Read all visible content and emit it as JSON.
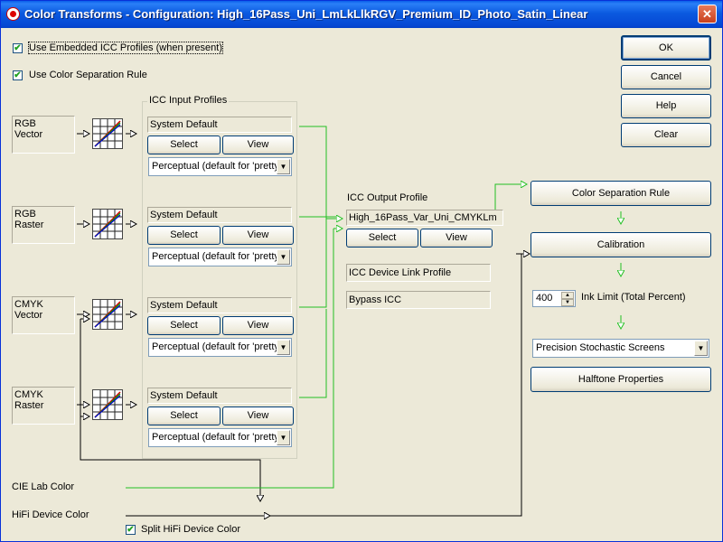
{
  "window": {
    "title": "Color Transforms - Configuration: High_16Pass_Uni_LmLkLlkRGV_Premium_ID_Photo_Satin_Linear",
    "close_glyph": "✕"
  },
  "options": {
    "use_embedded_icc": {
      "label": "Use Embedded ICC Profiles (when present)",
      "checked": true
    },
    "use_color_separation": {
      "label": "Use Color Separation Rule",
      "checked": true
    }
  },
  "dialog_buttons": {
    "ok": "OK",
    "cancel": "Cancel",
    "help": "Help",
    "clear": "Clear"
  },
  "input_profiles": {
    "group_title": "ICC Input Profiles",
    "rows": [
      {
        "source_label": "RGB\nVector",
        "profile": "System Default",
        "select": "Select",
        "view": "View",
        "intent": "Perceptual (default for 'pretty"
      },
      {
        "source_label": "RGB\nRaster",
        "profile": "System Default",
        "select": "Select",
        "view": "View",
        "intent": "Perceptual (default for 'pretty"
      },
      {
        "source_label": "CMYK\nVector",
        "profile": "System Default",
        "select": "Select",
        "view": "View",
        "intent": "Perceptual (default for 'pretty"
      },
      {
        "source_label": "CMYK\nRaster",
        "profile": "System Default",
        "select": "Select",
        "view": "View",
        "intent": "Perceptual (default for 'pretty"
      }
    ]
  },
  "output_profile": {
    "label": "ICC Output Profile",
    "value": "High_16Pass_Var_Uni_CMYKLm",
    "select": "Select",
    "view": "View",
    "device_link": "ICC Device Link Profile",
    "bypass": "Bypass ICC"
  },
  "pipeline": {
    "color_separation_rule": "Color Separation Rule",
    "calibration": "Calibration",
    "ink_limit_value": "400",
    "ink_limit_label": "Ink Limit (Total Percent)",
    "screening": "Precision Stochastic Screens",
    "halftone": "Halftone Properties"
  },
  "bottom": {
    "cie_lab": "CIE Lab Color",
    "hifi": "HiFi Device Color",
    "split_hifi": {
      "label": "Split HiFi Device Color",
      "checked": true
    }
  },
  "colors": {
    "titlebar": "#0a5fea",
    "wire_green": "#22c022",
    "wire_black": "#000000",
    "window_bg": "#ece9d8"
  },
  "icons": {
    "app": "app-icon",
    "curve": "color-curve-icon",
    "dropdown": "chevron-down-icon",
    "spin": "spin-arrows-icon"
  }
}
